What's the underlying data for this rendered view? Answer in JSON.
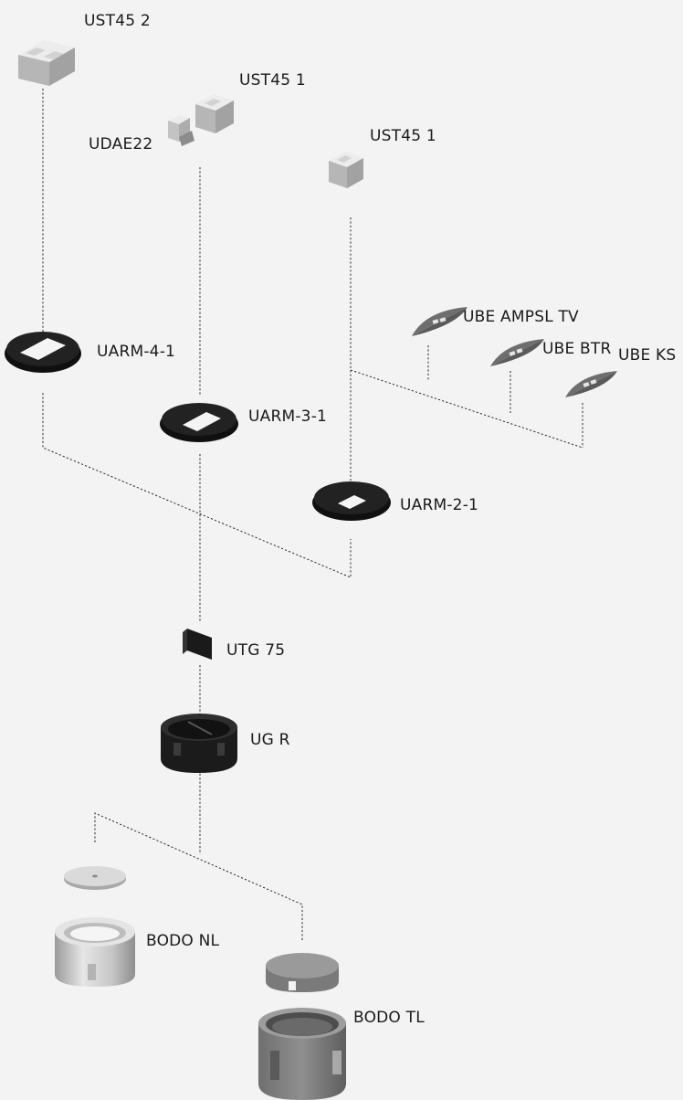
{
  "labels": {
    "ust45_2": "UST45 2",
    "ust45_1_a": "UST45 1",
    "udae22": "UDAE22",
    "ust45_1_b": "UST45 1",
    "ube_ampsl_tv": "UBE AMPSL TV",
    "ube_btr": "UBE BTR",
    "ube_ks": "UBE KS",
    "uarm_4_1": "UARM-4-1",
    "uarm_3_1": "UARM-3-1",
    "uarm_2_1": "UARM-2-1",
    "utg_75": "UTG 75",
    "ug_r": "UG R",
    "bodo_nl": "BODO NL",
    "bodo_tl": "BODO TL"
  },
  "colors": {
    "background": "#f3f3f3",
    "connector": "#2a2a2a",
    "module_top": "#ebebeb",
    "module_side": "#b9b9b9",
    "ring": "#151515",
    "plate": "#6e6e6e",
    "steel": "#cfcfcf"
  }
}
